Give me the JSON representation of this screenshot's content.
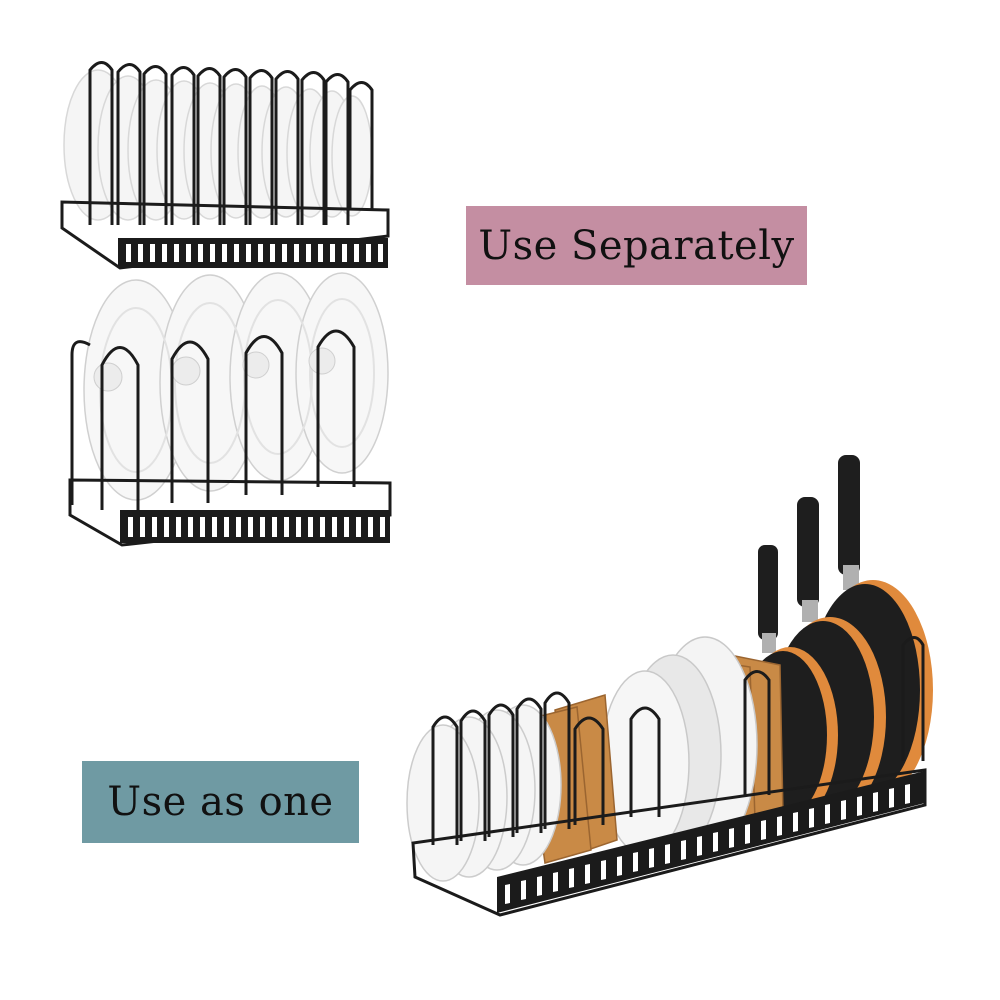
{
  "labels": {
    "separately": "Use Separately",
    "as_one": "Use as one"
  },
  "colors": {
    "separately_bg": "#c48ea2",
    "as_one_bg": "#6f9aa3",
    "rack": "#1b1b1b",
    "plate": "#f4f4f4",
    "board": "#c98a46",
    "pan": "#1e1e1e",
    "pan_rim": "#e08a3c"
  },
  "images": [
    {
      "name": "rack-with-plates",
      "icon": "plate-rack-icon"
    },
    {
      "name": "rack-with-lids",
      "icon": "lid-rack-icon"
    },
    {
      "name": "combined-rack-with-pans",
      "icon": "pan-rack-icon"
    }
  ]
}
